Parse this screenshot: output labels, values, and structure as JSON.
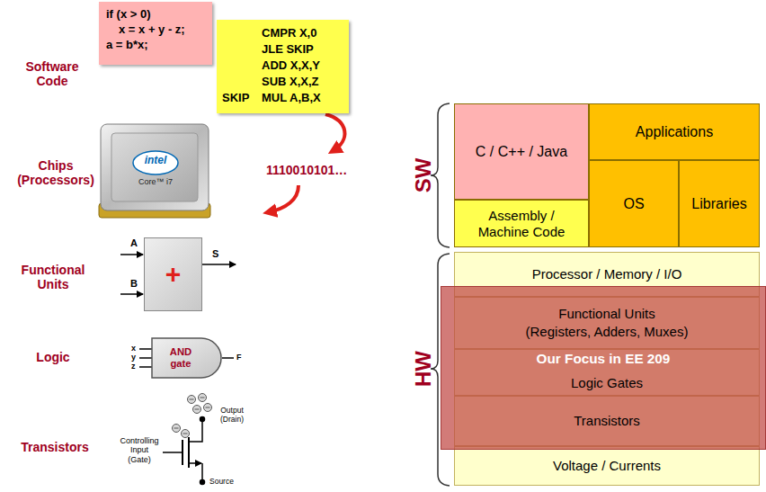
{
  "diagram": {
    "nodes": [
      {
        "text": [
          "if (x > 0)",
          "x = x + y - z;",
          "a = b*x;"
        ]
      },
      {
        "text": [
          "CMPR X,0",
          "JLE SKIP",
          "ADD X,X,Y",
          "SUB X,X,Z",
          "SKIP",
          "MUL A,B,X"
        ]
      },
      {
        "text": [
          "+"
        ]
      },
      {
        "text": [
          "AND gate"
        ]
      },
      {
        "text": [
          "C / C++ / Java"
        ]
      },
      {
        "text": [
          "Applications"
        ]
      },
      {
        "text": [
          "Assembly / Machine Code"
        ]
      },
      {
        "text": [
          "OS"
        ]
      },
      {
        "text": [
          "Libraries"
        ]
      },
      {
        "text": [
          "Processor / Memory / I/O"
        ]
      },
      {
        "text": [
          "Functional Units",
          "(Registers, Adders, Muxes)"
        ]
      },
      {
        "text": [
          "Logic Gates"
        ]
      },
      {
        "text": [
          "Transistors"
        ]
      },
      {
        "text": [
          "Voltage / Currents"
        ]
      },
      {
        "text": [
          "Our Focus in EE 209"
        ]
      }
    ],
    "labels": [
      "Software Code",
      "Chips (Processors)",
      "Functional Units",
      "Logic",
      "Transistors",
      "1110010101…",
      "intel",
      "Core™ i7",
      "A",
      "B",
      "S",
      "x",
      "y",
      "z",
      "F",
      "Output (Drain)",
      "Controlling Input (Gate)",
      "Source",
      "SW",
      "HW"
    ]
  }
}
